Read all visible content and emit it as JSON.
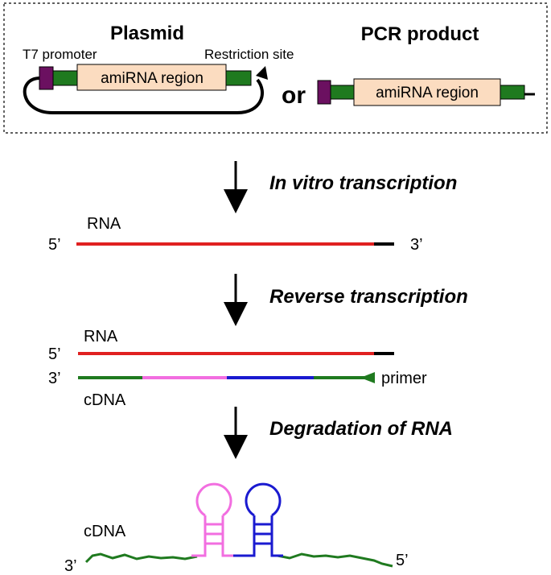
{
  "top_panel": {
    "plasmid_title": "Plasmid",
    "pcr_title": "PCR product",
    "t7_label": "T7 promoter",
    "restriction_label": "Restriction site",
    "plasmid_region_label": "amiRNA region",
    "pcr_region_label": "amiRNA region",
    "or_label": "or"
  },
  "steps": {
    "step1": "In vitro transcription",
    "step2": "Reverse transcription",
    "step3": "Degradation of RNA"
  },
  "rna1": {
    "label": "RNA",
    "five_prime": "5’",
    "three_prime": "3’"
  },
  "rt": {
    "rna_label": "RNA",
    "five_prime": "5’",
    "three_prime": "3’",
    "cdna_label": "cDNA",
    "primer_label": "primer"
  },
  "final": {
    "cdna_label": "cDNA",
    "three_prime": "3’",
    "five_prime": "5’"
  },
  "colors": {
    "rna": "#e02020",
    "cdna": "#1f7a1f",
    "promoter": "#6b1060",
    "amirna_box": "#fbdcc0",
    "hairpin_1": "#f26ee0",
    "hairpin_2": "#1a1ad0"
  }
}
